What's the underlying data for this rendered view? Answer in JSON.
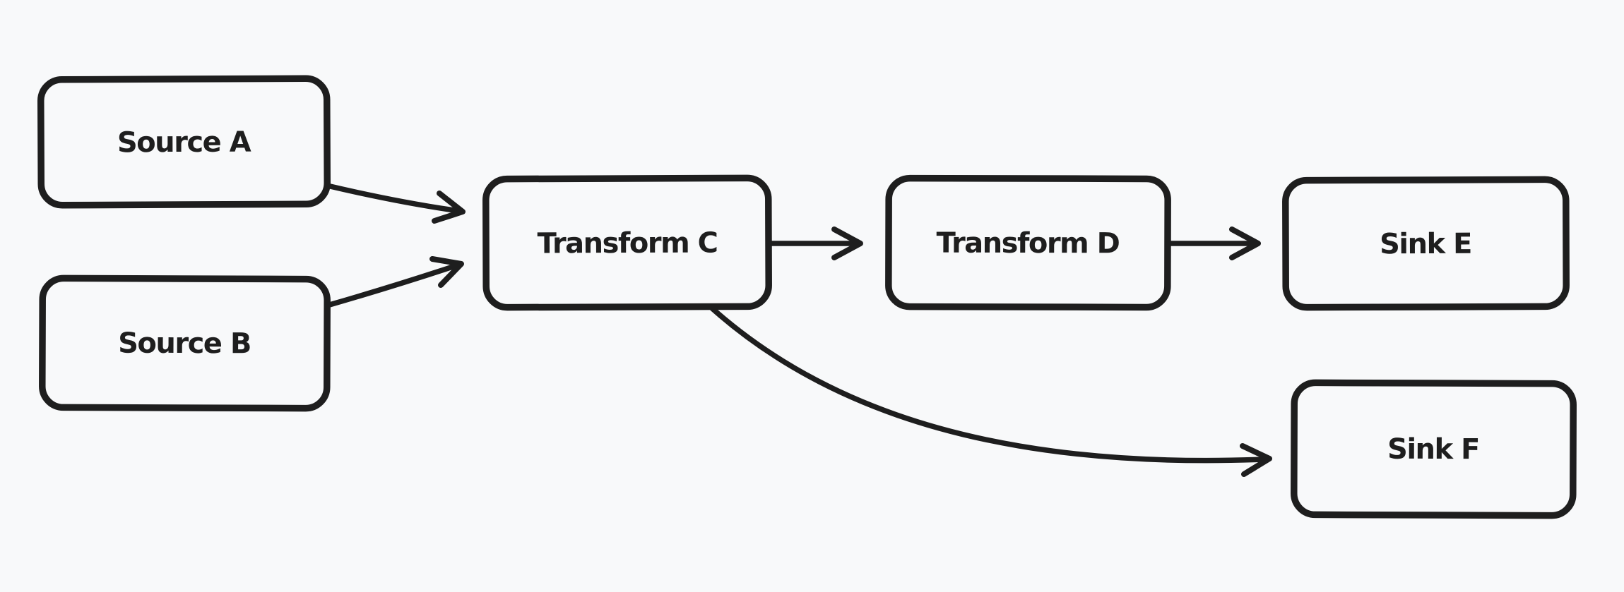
{
  "canvas": {
    "background_color": "#f8f9fa",
    "stroke_color": "#1e1e1e",
    "style": "hand-drawn flowchart"
  },
  "diagram": {
    "nodes": [
      {
        "id": "source-a",
        "label": "Source A"
      },
      {
        "id": "source-b",
        "label": "Source B"
      },
      {
        "id": "transform-c",
        "label": "Transform C"
      },
      {
        "id": "transform-d",
        "label": "Transform D"
      },
      {
        "id": "sink-e",
        "label": "Sink E"
      },
      {
        "id": "sink-f",
        "label": "Sink F"
      }
    ],
    "edges": [
      {
        "from": "Source A",
        "to": "Transform C"
      },
      {
        "from": "Source B",
        "to": "Transform C"
      },
      {
        "from": "Transform C",
        "to": "Transform D"
      },
      {
        "from": "Transform D",
        "to": "Sink E"
      },
      {
        "from": "Transform C",
        "to": "Sink F"
      }
    ]
  }
}
